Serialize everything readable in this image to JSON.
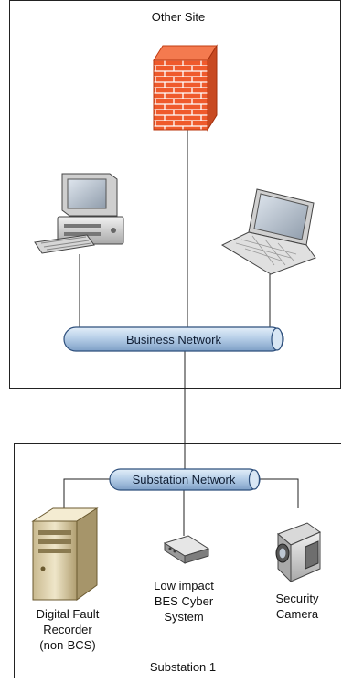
{
  "other_site": {
    "title": "Other Site",
    "business_network_label": "Business Network"
  },
  "substation": {
    "title": "Substation 1",
    "network_label": "Substation Network",
    "devices": {
      "dfr": "Digital Fault\nRecorder\n(non-BCS)",
      "low_impact": "Low impact\nBES Cyber\nSystem",
      "camera": "Security\nCamera"
    }
  },
  "colors": {
    "pipe_fill": "#b7cfe8",
    "pipe_stroke": "#2d4f7c",
    "firewall": "#ef5a2c",
    "line": "#222222"
  },
  "icons": [
    "firewall-icon",
    "desktop-computer-icon",
    "laptop-icon",
    "server-tower-icon",
    "network-appliance-icon",
    "video-camera-icon"
  ]
}
